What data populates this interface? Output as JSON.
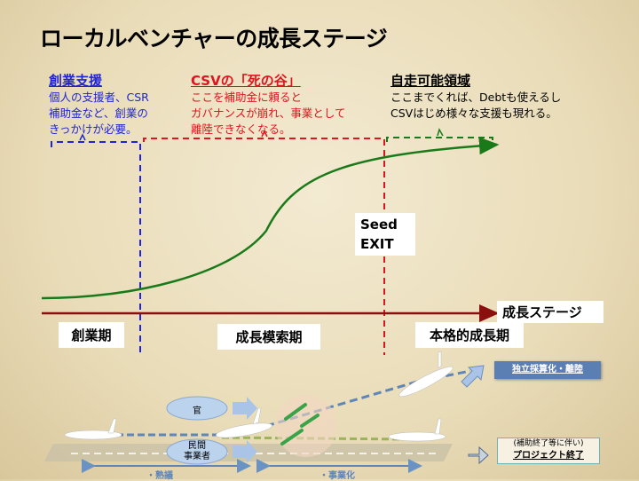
{
  "title": "ローカルベンチャーの成長ステージ",
  "columns": [
    {
      "heading": "創業支援",
      "lines": [
        "個人の支援者、CSR",
        "補助金など、創業の",
        "きっかけが必要。"
      ],
      "color": "#1f24d6"
    },
    {
      "heading": "CSVの「死の谷」",
      "lines": [
        "ここを補助金に頼ると",
        "ガバナンスが崩れ、事業として",
        "離陸できなくなる。"
      ],
      "color": "#e0141e"
    },
    {
      "heading": "自走可能領域",
      "lines": [
        "ここまでくれば、Debtも使えるし",
        "CSVはじめ様々な支援も現れる。"
      ],
      "color": "#000000"
    }
  ],
  "seed_exit": [
    "Seed",
    "EXIT"
  ],
  "axis_label": "成長ステージ",
  "stages": [
    "創業期",
    "成長模索期",
    "本格的成長期"
  ],
  "illustration": {
    "gov": "官",
    "private": [
      "民間",
      "事業者"
    ],
    "takeoff": "独立採算化・離陸",
    "end_note": "(補助終了等に伴い)",
    "end": "プロジェクト終了",
    "phase1": "・熟議",
    "phase2": "・事業化"
  },
  "colors": {
    "curve": "#1a7a1a",
    "axis": "#8b0f0f",
    "blue": "#1f24d6",
    "red": "#e0141e"
  }
}
